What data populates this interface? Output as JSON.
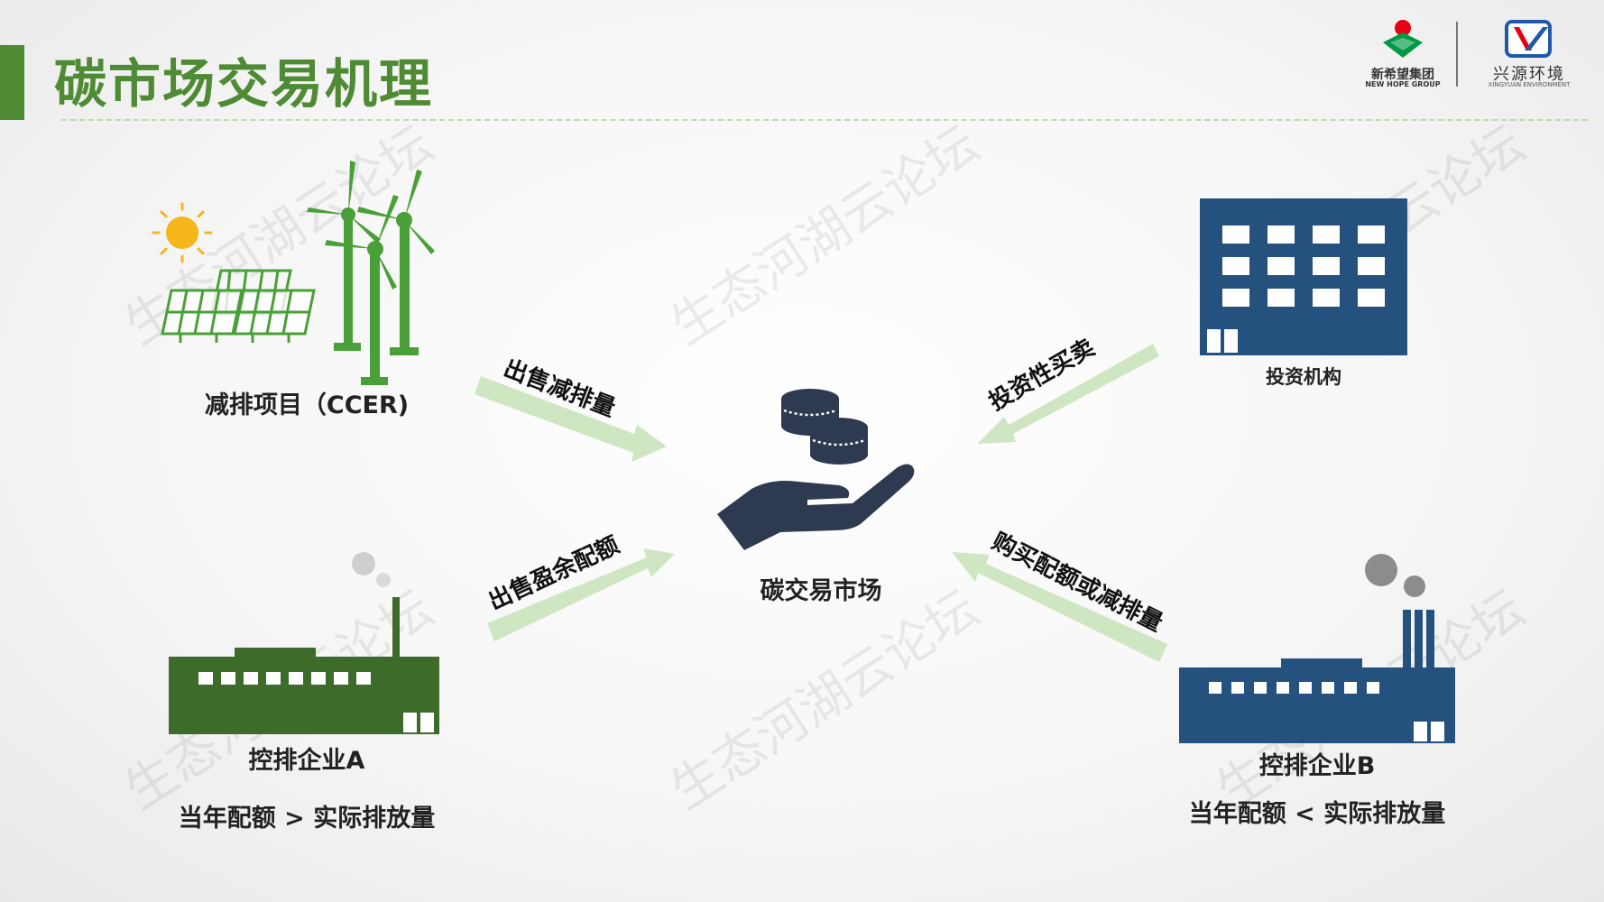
{
  "header": {
    "title": "碳市场交易机理",
    "accent_color": "#4f8a34",
    "logos": {
      "newhope": {
        "cn": "新希望集团",
        "en": "NEW HOPE GROUP"
      },
      "xingyuan": {
        "cn": "兴源环境",
        "en": "XINGYUAN ENVIRONMENT"
      }
    }
  },
  "nodes": {
    "ccer": {
      "label": "减排项目（CCER)",
      "icons": [
        "sun-icon",
        "solar-panel-icon",
        "wind-turbine-icon"
      ]
    },
    "investor": {
      "label": "投资机构",
      "icon": "office-building-icon"
    },
    "market": {
      "label": "碳交易市场",
      "icon": "hand-holding-coins-icon"
    },
    "company_a": {
      "label": "控排企业A",
      "condition": "当年配额 > 实际排放量",
      "icon": "factory-icon"
    },
    "company_b": {
      "label": "控排企业B",
      "condition": "当年配额 < 实际排放量",
      "icon": "factory-icon"
    }
  },
  "arrows": [
    {
      "id": "sell-reduction",
      "label": "出售减排量"
    },
    {
      "id": "sell-surplus",
      "label": "出售盈余配额"
    },
    {
      "id": "speculative-trade",
      "label": "投资性买卖"
    },
    {
      "id": "buy-allowance",
      "label": "购买配额或减排量"
    }
  ],
  "watermark": "生态河湖云论坛",
  "colors": {
    "green_dark": "#3d6b2a",
    "green_icon": "#4aa038",
    "navy_building": "#24517d",
    "navy_hand": "#2e3a50",
    "arrow_fill": "#cfe6c2",
    "sun": "#f5b61c"
  }
}
